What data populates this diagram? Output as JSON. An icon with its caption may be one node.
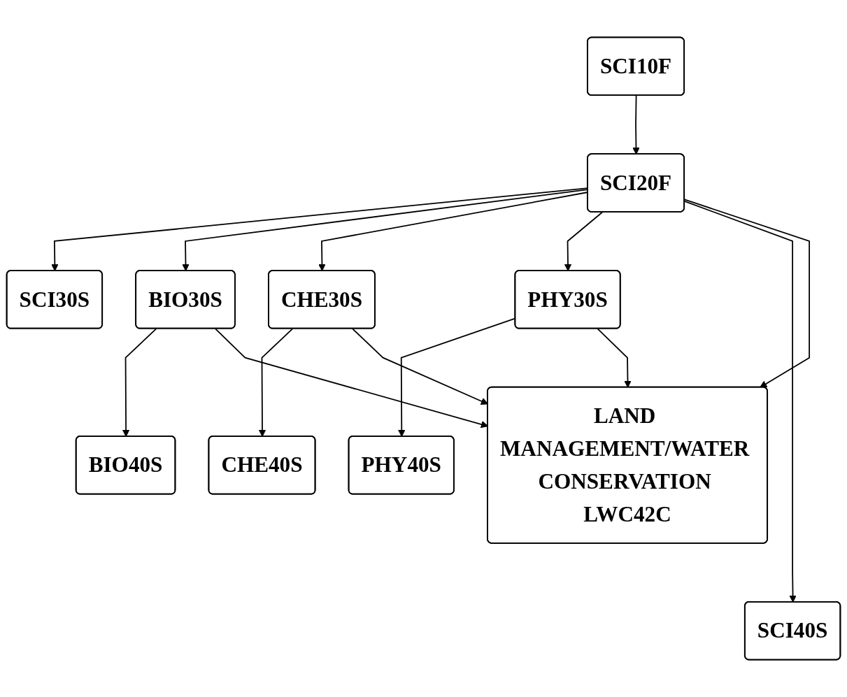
{
  "diagram": {
    "nodes": [
      {
        "text": [
          "SCI10F"
        ]
      },
      {
        "text": [
          "SCI20F"
        ]
      },
      {
        "text": [
          "SCI30S"
        ]
      },
      {
        "text": [
          "BIO30S"
        ]
      },
      {
        "text": [
          "CHE30S"
        ]
      },
      {
        "text": [
          "PHY30S"
        ]
      },
      {
        "text": [
          "BIO40S"
        ]
      },
      {
        "text": [
          "CHE40S"
        ]
      },
      {
        "text": [
          "PHY40S"
        ]
      },
      {
        "text": [
          "SCI40S"
        ]
      },
      {
        "text": [
          "LAND MANAGEMENT/WATER CONSERVATION LWC42C"
        ]
      }
    ],
    "edges": [
      {
        "from": 0,
        "to": 1,
        "arrow": "to"
      },
      {
        "from": 1,
        "to": 2,
        "arrow": "to"
      },
      {
        "from": 1,
        "to": 3,
        "arrow": "to"
      },
      {
        "from": 1,
        "to": 4,
        "arrow": "to"
      },
      {
        "from": 1,
        "to": 5,
        "arrow": "to"
      },
      {
        "from": 1,
        "to": 9,
        "arrow": "to"
      },
      {
        "from": 1,
        "to": 10,
        "arrow": "to"
      },
      {
        "from": 3,
        "to": 6,
        "arrow": "to"
      },
      {
        "from": 4,
        "to": 7,
        "arrow": "to"
      },
      {
        "from": 5,
        "to": 8,
        "arrow": "to"
      },
      {
        "from": 3,
        "to": 10,
        "arrow": "to"
      },
      {
        "from": 4,
        "to": 10,
        "arrow": "to"
      },
      {
        "from": 5,
        "to": 10,
        "arrow": "to"
      }
    ]
  }
}
